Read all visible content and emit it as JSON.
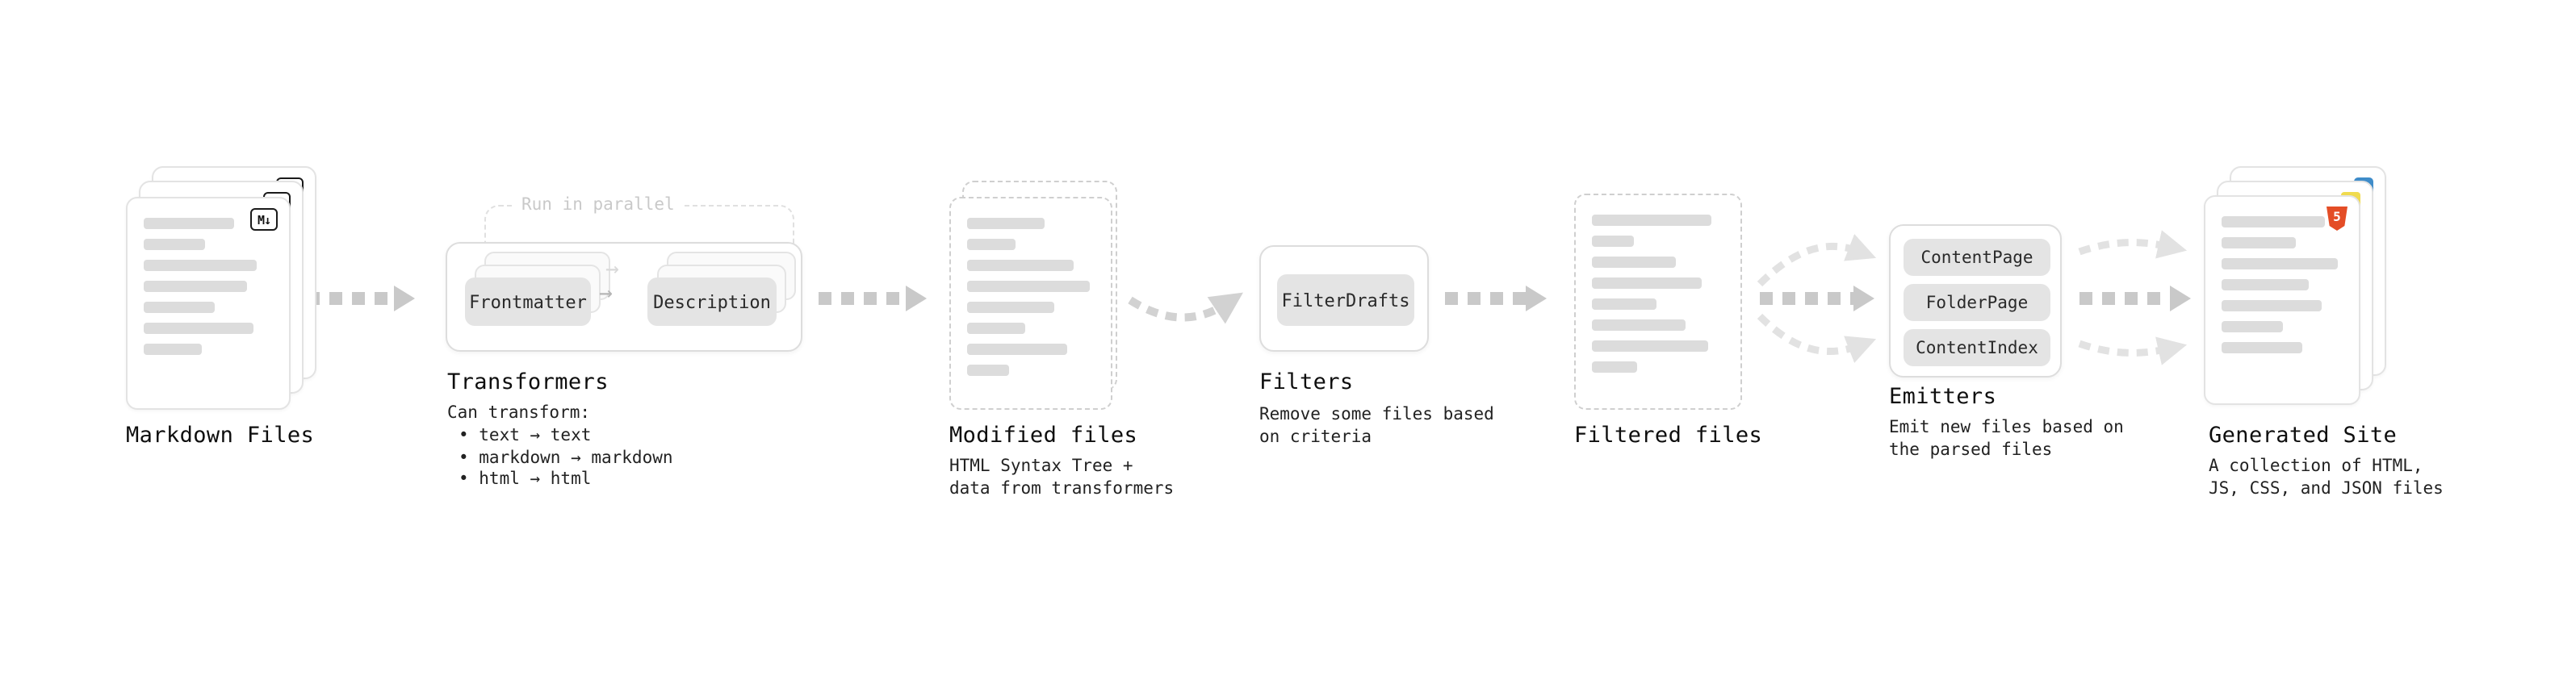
{
  "icons": {
    "markdown_badge": "M↓",
    "flow_arrow": "→",
    "html5_badge": "5",
    "js_badge": "JS"
  },
  "colors": {
    "arrow": "#c9c9c9",
    "arrow_light": "#e2e2e2",
    "card_border": "#e3e3e3",
    "placeholder_bar": "#dcdcdc",
    "pill_background": "#e4e4e4",
    "annotation_text": "#c9c9c9",
    "html5_orange": "#e44d26",
    "js_yellow": "#f0db4f",
    "css_blue": "#3f8cc9",
    "label_text": "#0e0e0e"
  },
  "nodes": {
    "markdown_files": {
      "label": "Markdown Files"
    },
    "transformers": {
      "label": "Transformers",
      "annotation": "Run in parallel",
      "step1": "Frontmatter",
      "step2": "Description",
      "caption_title": "Can transform:",
      "bullets": [
        "• text → text",
        "• markdown → markdown",
        "• html → html"
      ]
    },
    "modified_files": {
      "label": "Modified files",
      "caption": "HTML Syntax Tree +\ndata from transformers"
    },
    "filters": {
      "label": "Filters",
      "button": "FilterDrafts",
      "caption": "Remove some files based\non criteria"
    },
    "filtered_files": {
      "label": "Filtered files"
    },
    "emitters": {
      "label": "Emitters",
      "buttons": [
        "ContentPage",
        "FolderPage",
        "ContentIndex"
      ],
      "caption": "Emit new files based on\nthe parsed files"
    },
    "generated_site": {
      "label": "Generated Site",
      "caption": "A collection of HTML,\nJS, CSS, and JSON files"
    }
  }
}
